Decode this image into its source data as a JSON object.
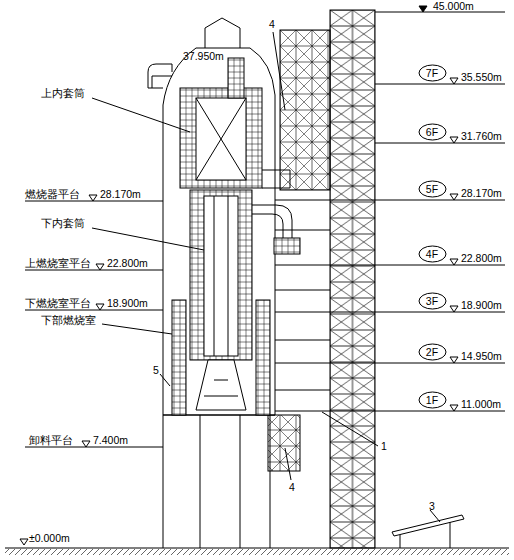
{
  "diagram": {
    "nodes": [
      {
        "text": [
          "7F"
        ]
      },
      {
        "text": [
          "6F"
        ]
      },
      {
        "text": [
          "5F"
        ]
      },
      {
        "text": [
          "4F"
        ]
      },
      {
        "text": [
          "3F"
        ]
      },
      {
        "text": [
          "2F"
        ]
      },
      {
        "text": [
          "1F"
        ]
      }
    ],
    "labels": [
      "45.000m",
      "35.550m",
      "31.760m",
      "28.170m",
      "22.800m",
      "18.900m",
      "14.950m",
      "11.000m",
      "37.950m",
      "上内套筒",
      "燃烧器平台",
      "28.170m",
      "下内套筒",
      "上燃烧室平台",
      "22.800m",
      "下燃烧室平台",
      "18.900m",
      "下部燃烧室",
      "5",
      "卸料平台",
      "7.400m",
      "±0.000m",
      "4",
      "4",
      "1",
      "3"
    ]
  }
}
